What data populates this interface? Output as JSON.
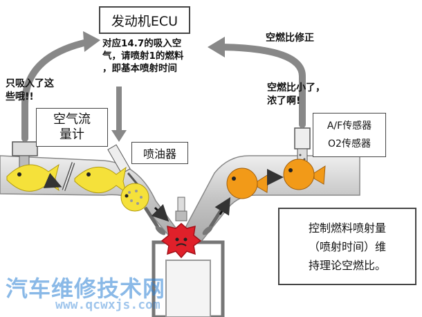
{
  "labels": {
    "ecu": "发动机ECU",
    "ecu_msg": "对应14.7的吸入空\n气，请喷射1的燃料\n，即基本喷射时间",
    "af_correction": "空燃比修正",
    "only_air": "只吸入了这\n些哦!!",
    "rich_msg": "空燃比小了，\n浓了啊!",
    "air_flow_meter": "空气流\n量计",
    "injector": "喷油器",
    "af_sensor": "A/F传感器",
    "o2_sensor": "O2传感器",
    "control_text": "控制燃料喷射量\n（喷射时间）维\n持理论空燃比。"
  },
  "watermark": {
    "cn": "汽车维修技术网",
    "url": "www.qcwxjs.com"
  },
  "colors": {
    "pipe_gray": "#c9c9c9",
    "fish_yellow": "#f5e13a",
    "fish_orange": "#f29a18",
    "burn_red": "#e0202a",
    "watermark_blue": "#2a7fd4"
  }
}
